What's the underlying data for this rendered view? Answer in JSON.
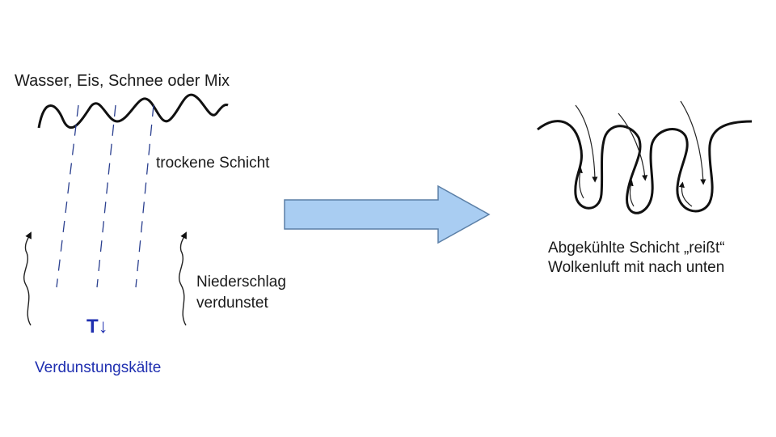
{
  "left_panel": {
    "precip_type_label": "Wasser, Eis, Schnee oder Mix",
    "dry_layer_label": "trockene Schicht",
    "evaporation_label_line1": "Niederschlag",
    "evaporation_label_line2": "verdunstet",
    "temperature_symbol": "T↓",
    "cooling_label": "Verdunstungskälte"
  },
  "right_panel": {
    "caption_line1": "Abgekühlte Schicht „reißt“",
    "caption_line2": "Wolkenluft mit nach unten"
  },
  "colors": {
    "arrow_fill": "#a9cdf2",
    "arrow_stroke": "#5b7fa6",
    "streak_color": "#2a3f8f",
    "blue_text": "#1f2fb0"
  }
}
